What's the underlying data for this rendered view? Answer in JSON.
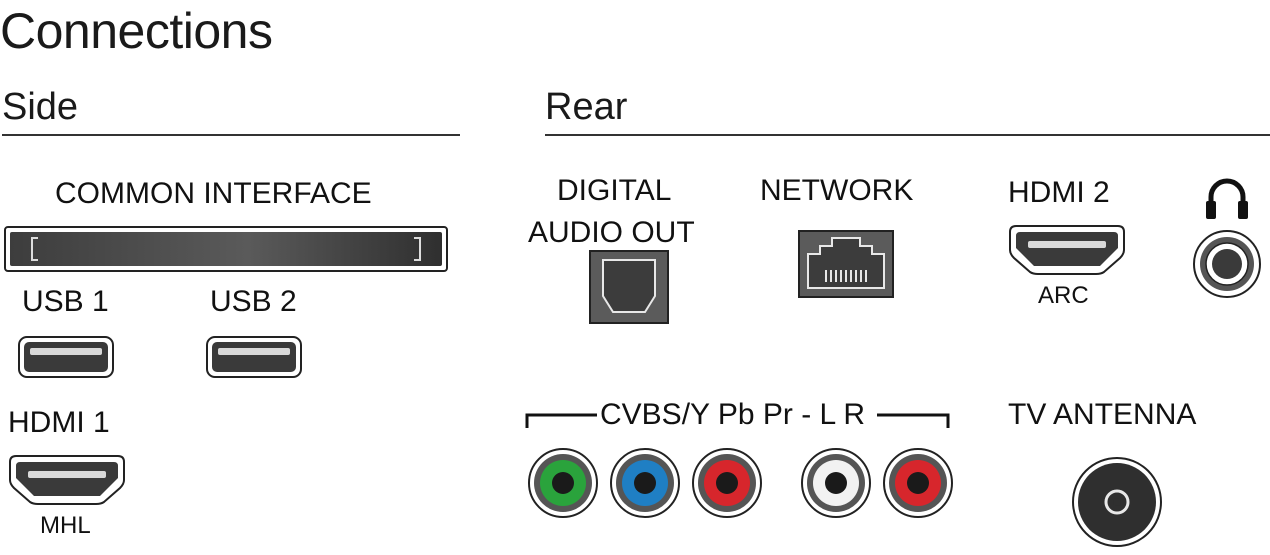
{
  "page": {
    "title": "Connections"
  },
  "side": {
    "heading": "Side",
    "common_interface": "COMMON INTERFACE",
    "usb1": "USB 1",
    "usb2": "USB 2",
    "hdmi1": "HDMI 1",
    "hdmi1_sub": "MHL"
  },
  "rear": {
    "heading": "Rear",
    "digital_audio_line1": "DIGITAL",
    "digital_audio_line2": "AUDIO OUT",
    "network": "NETWORK",
    "hdmi2": "HDMI 2",
    "hdmi2_sub": "ARC",
    "component_label": "CVBS/Y Pb Pr - L R",
    "tv_antenna": "TV ANTENNA"
  },
  "colors": {
    "green": "#2aa33c",
    "blue": "#1f7fc4",
    "red": "#d7262c",
    "white": "#f2f2f2",
    "dark": "#3a3a3a"
  }
}
